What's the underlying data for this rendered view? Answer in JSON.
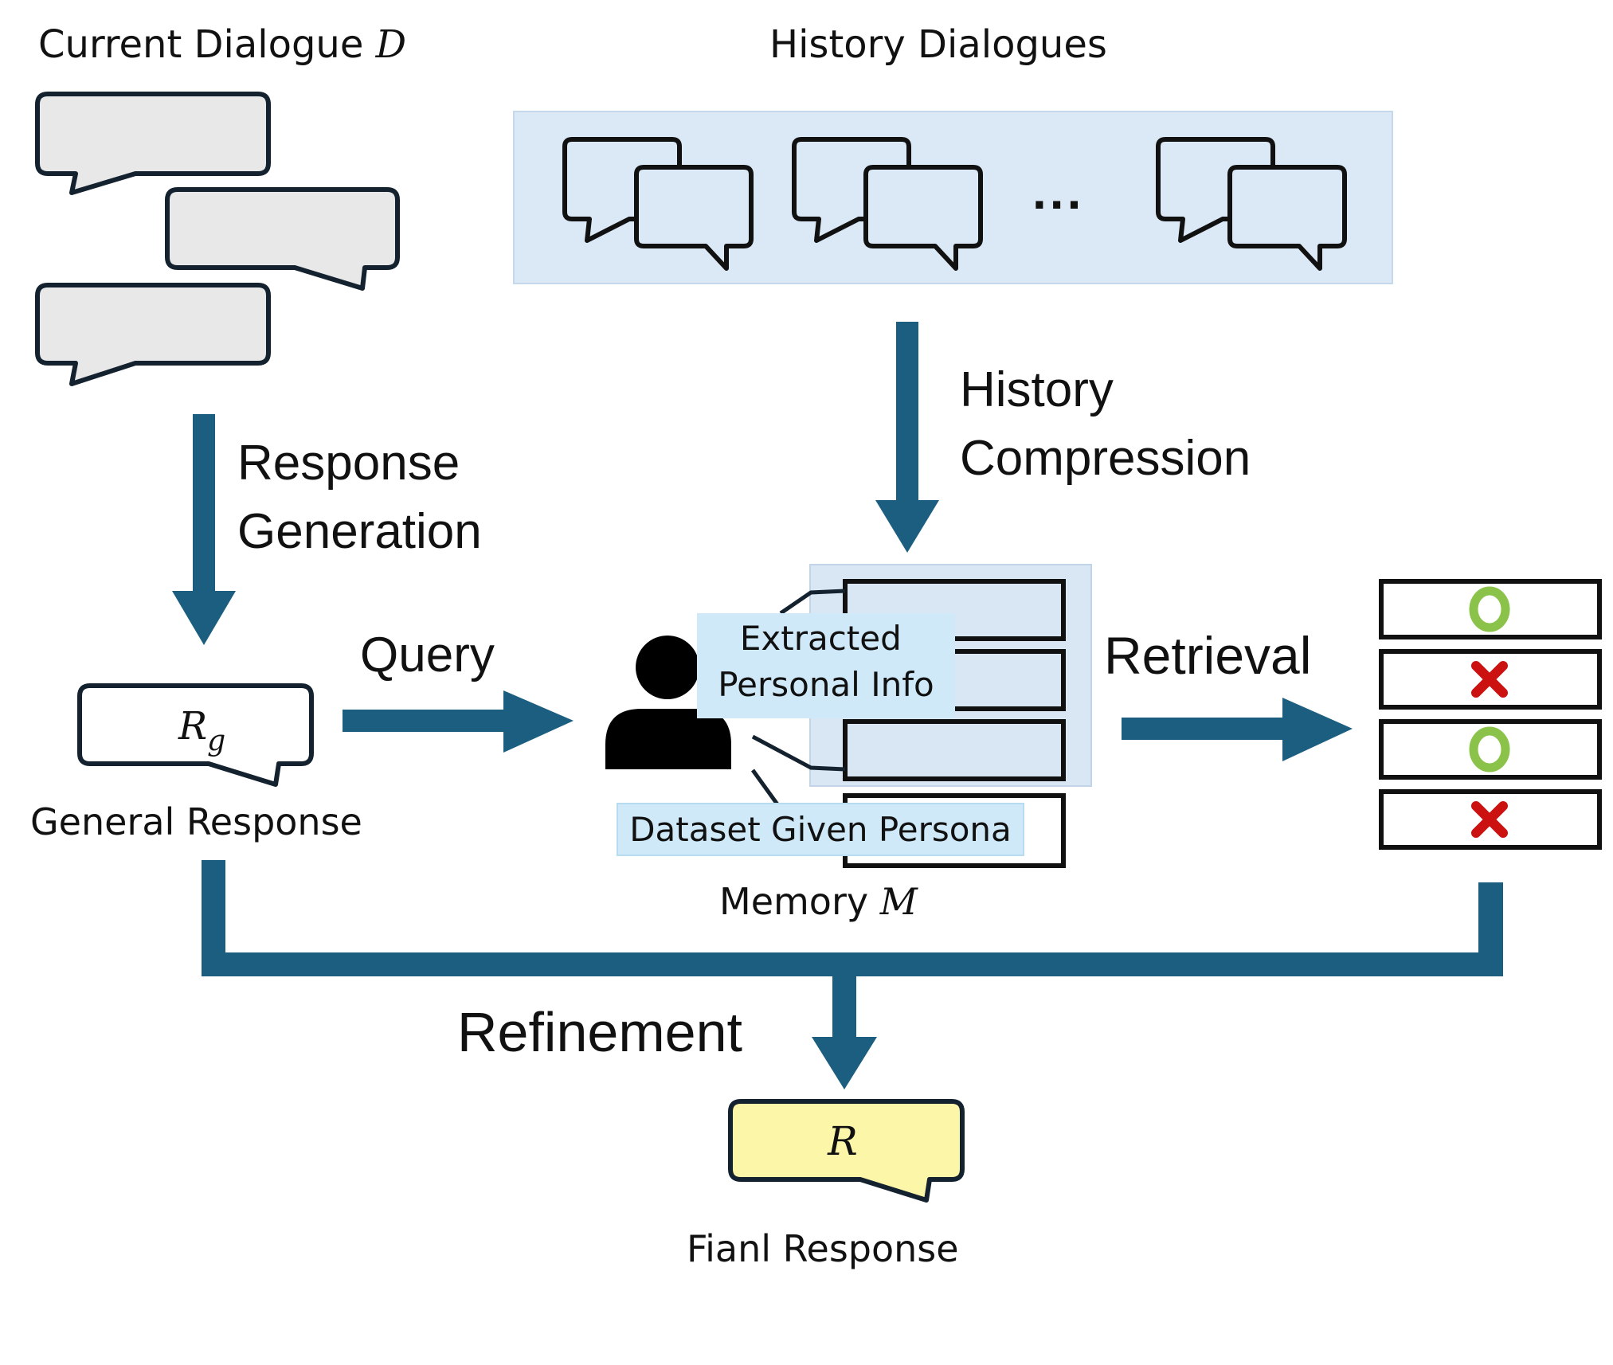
{
  "labels": {
    "current_dialogue": "Current Dialogue",
    "current_dialogue_symbol": "D",
    "history_dialogues": "History Dialogues",
    "ellipsis": "...",
    "history_compression_line1": "History",
    "history_compression_line2": "Compression",
    "response_generation_line1": "Response",
    "response_generation_line2": "Generation",
    "query": "Query",
    "retrieval": "Retrieval",
    "general_response_symbol": "R",
    "general_response_subscript": "g",
    "general_response": "General Response",
    "extracted_line1": "Extracted",
    "extracted_line2": "Personal Info",
    "dataset_persona": "Dataset Given Persona",
    "memory": "Memory",
    "memory_symbol": "M",
    "refinement": "Refinement",
    "final_response_symbol": "R",
    "final_response": "Fianl Response"
  },
  "retrieval_results": [
    {
      "mark": "circle"
    },
    {
      "mark": "cross"
    },
    {
      "mark": "circle"
    },
    {
      "mark": "cross"
    }
  ],
  "colors": {
    "arrow": "#1b5e80",
    "bubble_gray": "#e8e8e8",
    "bubble_stroke": "#13222e",
    "history_bg": "#dbe8f5",
    "memory_bg": "#d9e6f3",
    "label_box": "#cfe9f8",
    "final_bubble": "#fbf6a8",
    "circle_mark": "#8bc34a",
    "cross_mark": "#cc1111"
  }
}
